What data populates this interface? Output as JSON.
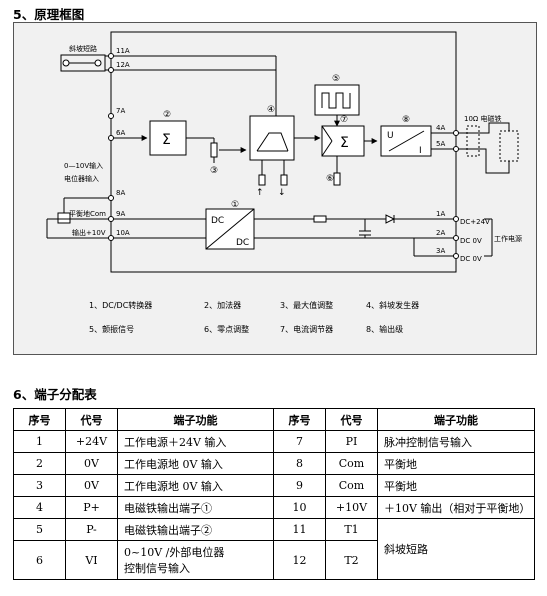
{
  "section5_title": "5、原理框图",
  "section6_title": "6、端子分配表",
  "diagram": {
    "labels": {
      "ramp_short": "斜坡短路",
      "input_0_10v": "0—10V输入",
      "pot_input": "电位器输入",
      "balance_com": "平衡地Com",
      "output_10v": "输出+10V",
      "coil": "10Ω 电磁铁",
      "work_power": "工作电源",
      "sigma": "Σ",
      "dc": "DC",
      "u": "U",
      "i": "I",
      "dc_24v": "DC+24V",
      "dc_0v_a": "DC  0V",
      "dc_0v_b": "DC  0V",
      "up": "↑",
      "down": "↓"
    },
    "terminals": [
      "11A",
      "12A",
      "7A",
      "6A",
      "8A",
      "9A",
      "10A",
      "1A",
      "2A",
      "3A",
      "4A",
      "5A"
    ],
    "circled": [
      "①",
      "②",
      "③",
      "④",
      "⑤",
      "⑥",
      "⑦",
      "⑧"
    ],
    "legend": [
      "1、DC/DC转换器",
      "2、加法器",
      "3、最大值调整",
      "4、斜坡发生器",
      "5、颤振信号",
      "6、零点调整",
      "7、电流调节器",
      "8、输出级"
    ]
  },
  "table": {
    "headers": [
      "序号",
      "代号",
      "端子功能",
      "序号",
      "代号",
      "端子功能"
    ],
    "rows": [
      {
        "no1": "1",
        "code1": "+24V",
        "func1": "工作电源＋24V 输入",
        "no2": "7",
        "code2": "PI",
        "func2": "脉冲控制信号输入"
      },
      {
        "no1": "2",
        "code1": "0V",
        "func1": "工作电源地 0V 输入",
        "no2": "8",
        "code2": "Com",
        "func2": "平衡地"
      },
      {
        "no1": "3",
        "code1": "0V",
        "func1": "工作电源地 0V 输入",
        "no2": "9",
        "code2": "Com",
        "func2": "平衡地"
      },
      {
        "no1": "4",
        "code1": "P+",
        "func1": "电磁铁输出端子①",
        "no2": "10",
        "code2": "+10V",
        "func2": "＋10V 输出（相对于平衡地）"
      },
      {
        "no1": "5",
        "code1": "P-",
        "func1": "电磁铁输出端子②",
        "no2": "11",
        "code2": "T1",
        "func2": "斜坡短路"
      },
      {
        "no1": "6",
        "code1": "VI",
        "func1": "0~10V /外部电位器",
        "func1b": "控制信号输入",
        "no2": "12",
        "code2": "T2"
      }
    ]
  }
}
